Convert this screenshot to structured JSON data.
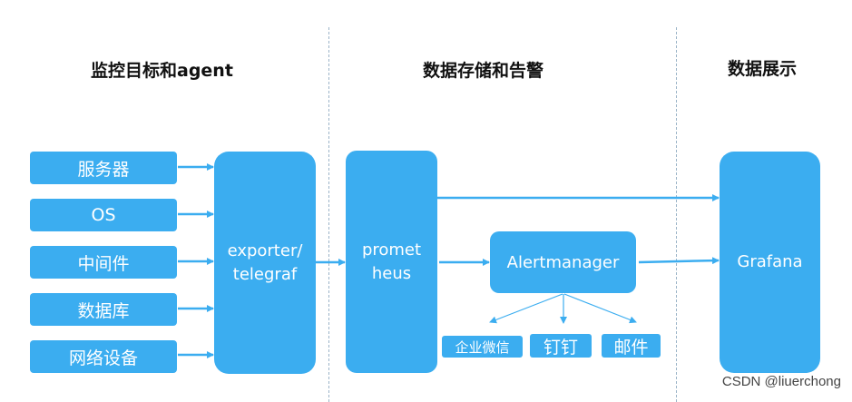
{
  "headings": {
    "targets": "监控目标和agent",
    "storage": "数据存储和告警",
    "display": "数据展示"
  },
  "targets": [
    "服务器",
    "OS",
    "中间件",
    "数据库",
    "网络设备"
  ],
  "exporter": {
    "line1": "exporter/",
    "line2": "telegraf"
  },
  "prometheus": {
    "line1": "promet",
    "line2": "heus"
  },
  "alertmanager": "Alertmanager",
  "notifiers": [
    "企业微信",
    "钉钉",
    "邮件"
  ],
  "grafana": "Grafana",
  "watermark": "CSDN @liuerchong",
  "colors": {
    "box": "#3badf0",
    "arrow": "#3badf0",
    "divider": "#9bb4c8"
  }
}
